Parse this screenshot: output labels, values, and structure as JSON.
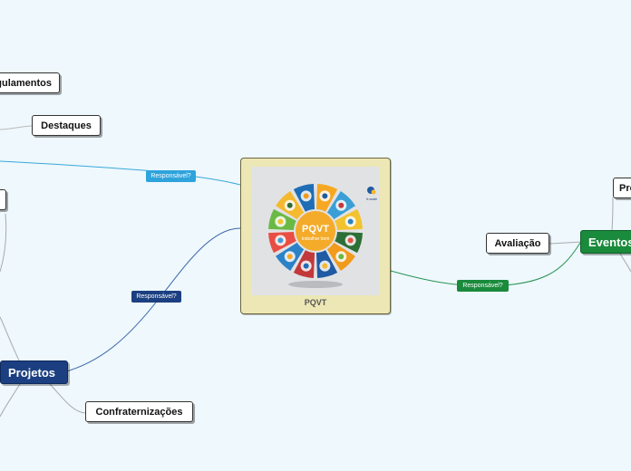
{
  "center": {
    "label": "PQVT",
    "logo_text": "PQVT",
    "logo_sub": "trabalhar bem",
    "corner_badge": "fx saúde"
  },
  "nodes": {
    "regulamentos": "Regulamentos",
    "destaques": "Destaques",
    "confraternizacoes": "Confraternizações",
    "avaliacao": "Avaliação",
    "right_partial": "Programação"
  },
  "main_nodes": {
    "projetos": "Projetos",
    "eventos": "Eventos"
  },
  "tags": {
    "responsavel_cyan": "Responsável?",
    "responsavel_navy": "Responsável?",
    "responsavel_green": "Responsável?"
  },
  "colors": {
    "background": "#eef8fd",
    "cyan": "#2ea3dc",
    "navy": "#1b3f80",
    "green": "#1a8a3c",
    "card": "#ede7b5"
  },
  "wheel_colors": [
    "#f7a823",
    "#3b9fd6",
    "#f3c22f",
    "#2e6e37",
    "#f19a1c",
    "#1f5aa3",
    "#c2393b",
    "#2c82c7",
    "#e84e43",
    "#6ab944",
    "#f4b92f",
    "#1f6db5"
  ]
}
